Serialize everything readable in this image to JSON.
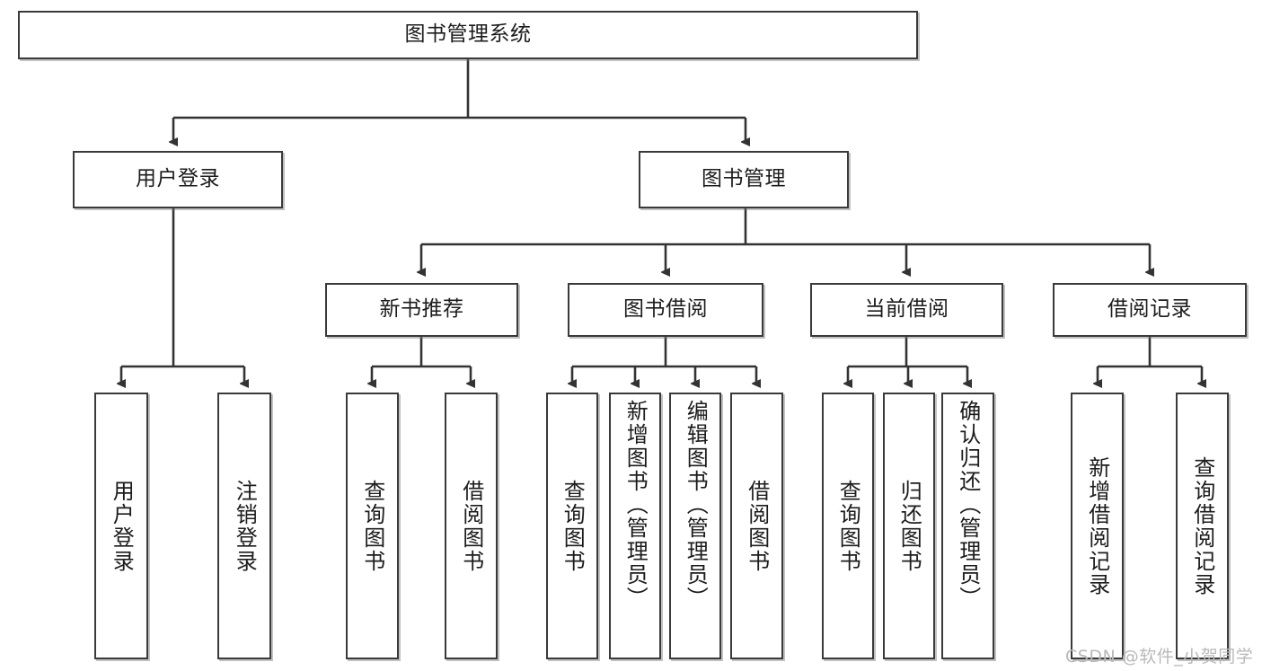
{
  "diagram": {
    "title": "图书管理系统",
    "type": "tree",
    "watermark": "CSDN @软件_小贺同学",
    "colors": {
      "box_border": "#3a3a3a",
      "box_fill": "#ffffff",
      "edge": "#333333",
      "text": "#1c1c1c",
      "watermark": "#b9b9b9"
    },
    "levels": {
      "root": {
        "id": "root",
        "label": "图书管理系统"
      },
      "level2": [
        {
          "id": "user-login",
          "label": "用户登录"
        },
        {
          "id": "book-manage",
          "label": "图书管理"
        }
      ],
      "level3": [
        {
          "id": "new-book-recommend",
          "label": "新书推荐",
          "parent": "book-manage"
        },
        {
          "id": "book-borrow",
          "label": "图书借阅",
          "parent": "book-manage"
        },
        {
          "id": "current-borrow",
          "label": "当前借阅",
          "parent": "book-manage"
        },
        {
          "id": "borrow-record",
          "label": "借阅记录",
          "parent": "book-manage"
        }
      ],
      "leaves": [
        {
          "id": "leaf-user-login",
          "label": "用户登录",
          "parent": "user-login"
        },
        {
          "id": "leaf-logout-login",
          "label": "注销登录",
          "parent": "user-login"
        },
        {
          "id": "leaf-query-book-1",
          "label": "查询图书",
          "parent": "new-book-recommend"
        },
        {
          "id": "leaf-borrow-book-1",
          "label": "借阅图书",
          "parent": "new-book-recommend"
        },
        {
          "id": "leaf-query-book-2",
          "label": "查询图书",
          "parent": "book-borrow"
        },
        {
          "id": "leaf-add-book",
          "label": "新增图书（管理员）",
          "parent": "book-borrow"
        },
        {
          "id": "leaf-edit-book",
          "label": "编辑图书（管理员）",
          "parent": "book-borrow"
        },
        {
          "id": "leaf-borrow-book-2",
          "label": "借阅图书",
          "parent": "book-borrow"
        },
        {
          "id": "leaf-query-book-3",
          "label": "查询图书",
          "parent": "current-borrow"
        },
        {
          "id": "leaf-return-book",
          "label": "归还图书",
          "parent": "current-borrow"
        },
        {
          "id": "leaf-confirm-return",
          "label": "确认归还（管理员）",
          "parent": "current-borrow"
        },
        {
          "id": "leaf-add-record",
          "label": "新增借阅记录",
          "parent": "borrow-record"
        },
        {
          "id": "leaf-query-record",
          "label": "查询借阅记录",
          "parent": "borrow-record"
        }
      ]
    }
  }
}
